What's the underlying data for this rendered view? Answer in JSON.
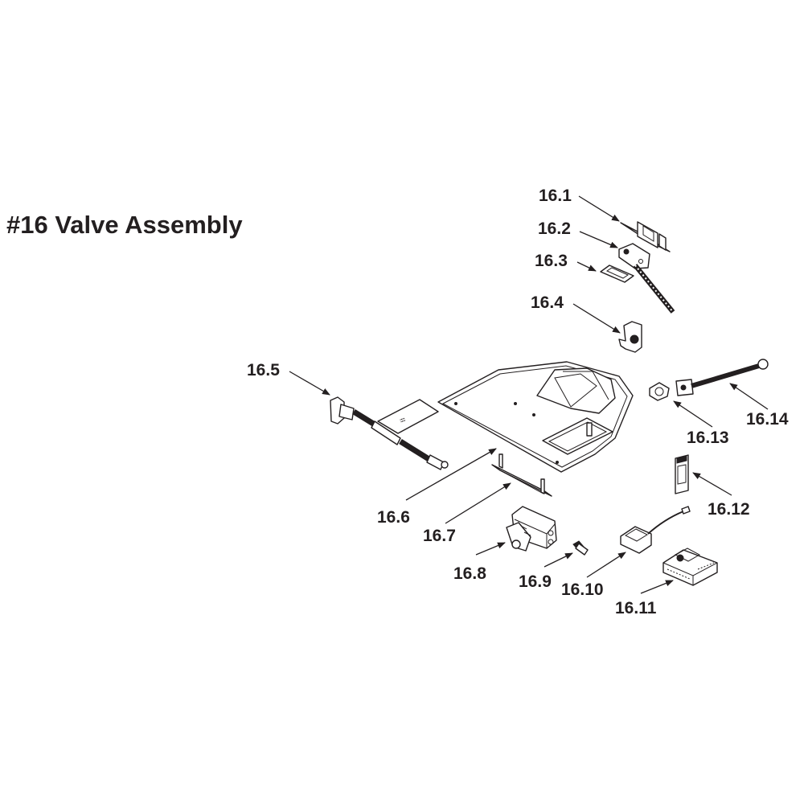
{
  "diagram": {
    "title": "#16 Valve Assembly",
    "parts": [
      {
        "id": "16.1",
        "label": "16.1"
      },
      {
        "id": "16.2",
        "label": "16.2"
      },
      {
        "id": "16.3",
        "label": "16.3"
      },
      {
        "id": "16.4",
        "label": "16.4"
      },
      {
        "id": "16.5",
        "label": "16.5"
      },
      {
        "id": "16.6",
        "label": "16.6"
      },
      {
        "id": "16.7",
        "label": "16.7"
      },
      {
        "id": "16.8",
        "label": "16.8"
      },
      {
        "id": "16.9",
        "label": "16.9"
      },
      {
        "id": "16.10",
        "label": "16.10"
      },
      {
        "id": "16.11",
        "label": "16.11"
      },
      {
        "id": "16.12",
        "label": "16.12"
      },
      {
        "id": "16.13",
        "label": "16.13"
      },
      {
        "id": "16.14",
        "label": "16.14"
      }
    ]
  }
}
